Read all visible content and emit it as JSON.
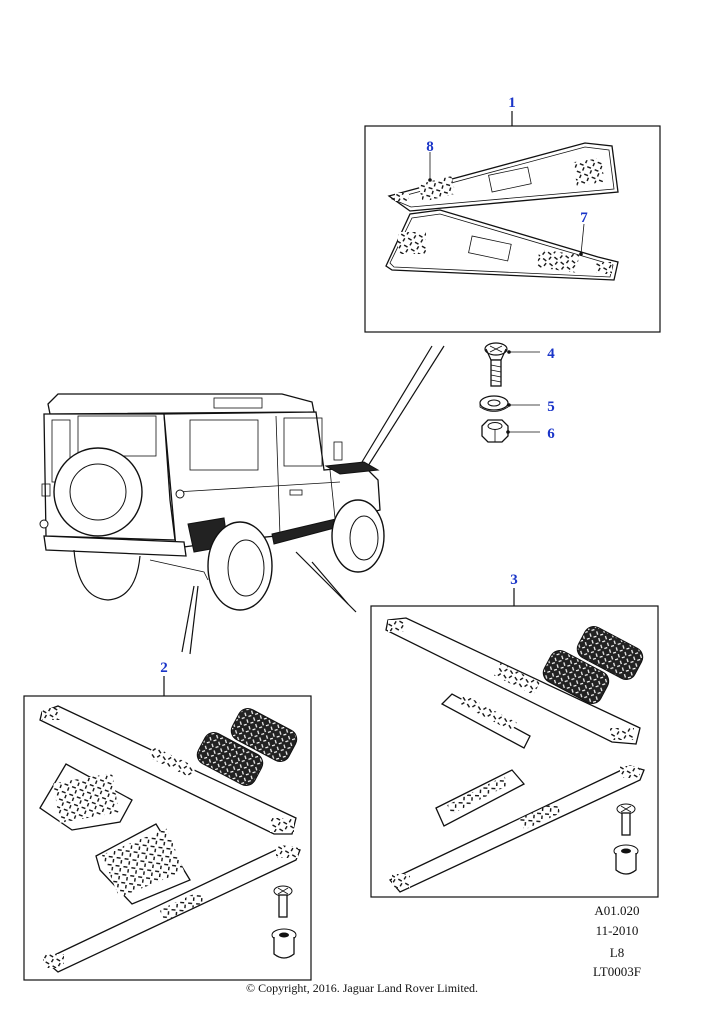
{
  "callouts": {
    "c1": "1",
    "c2": "2",
    "c3": "3",
    "c4": "4",
    "c5": "5",
    "c6": "6",
    "c7": "7",
    "c8": "8"
  },
  "reference": {
    "figure": "A01.020",
    "date": "11-2010",
    "code": "L8",
    "drawing": "LT0003F"
  },
  "copyright": "© Copyright, 2016. Jaguar Land Rover Limited.",
  "colors": {
    "callout": "#1a35c8",
    "line": "#111111",
    "background": "#ffffff"
  }
}
